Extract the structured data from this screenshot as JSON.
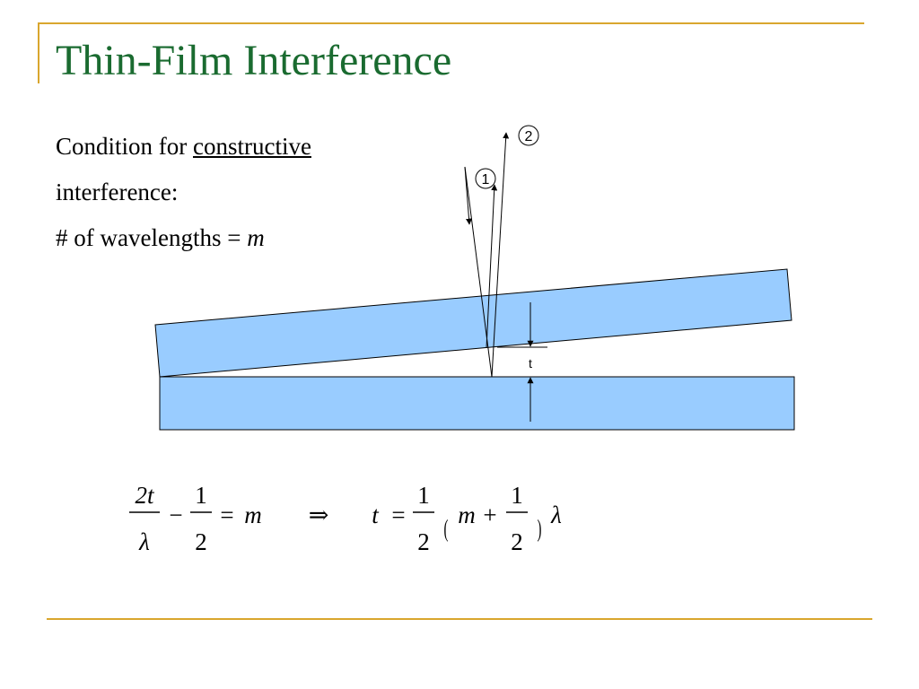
{
  "slide": {
    "title": "Thin-Film Interference",
    "body": {
      "line1_prefix": "Condition for ",
      "line1_underlined": "constructive",
      "line2": "interference:",
      "line3_prefix": "# of wavelengths = ",
      "line3_var": "m"
    }
  },
  "diagram": {
    "ray_labels": [
      "1",
      "2"
    ],
    "thickness_label": "t",
    "colors": {
      "plate_fill": "#99ccff",
      "plate_stroke": "#000000",
      "title": "#1a6b30",
      "frame_accent": "#d9a62e"
    }
  },
  "equation": {
    "lhs_frac1_num": "2t",
    "lhs_frac1_den": "λ",
    "minus": "−",
    "lhs_frac2_num": "1",
    "lhs_frac2_den": "2",
    "equals1": "=",
    "rhs1": "m",
    "implies": "⇒",
    "t_var": "t",
    "equals2": "=",
    "frac3_num": "1",
    "frac3_den": "2",
    "paren_open": "(",
    "m_var": "m",
    "plus": "+",
    "frac4_num": "1",
    "frac4_den": "2",
    "paren_close": ")",
    "lambda": "λ"
  }
}
